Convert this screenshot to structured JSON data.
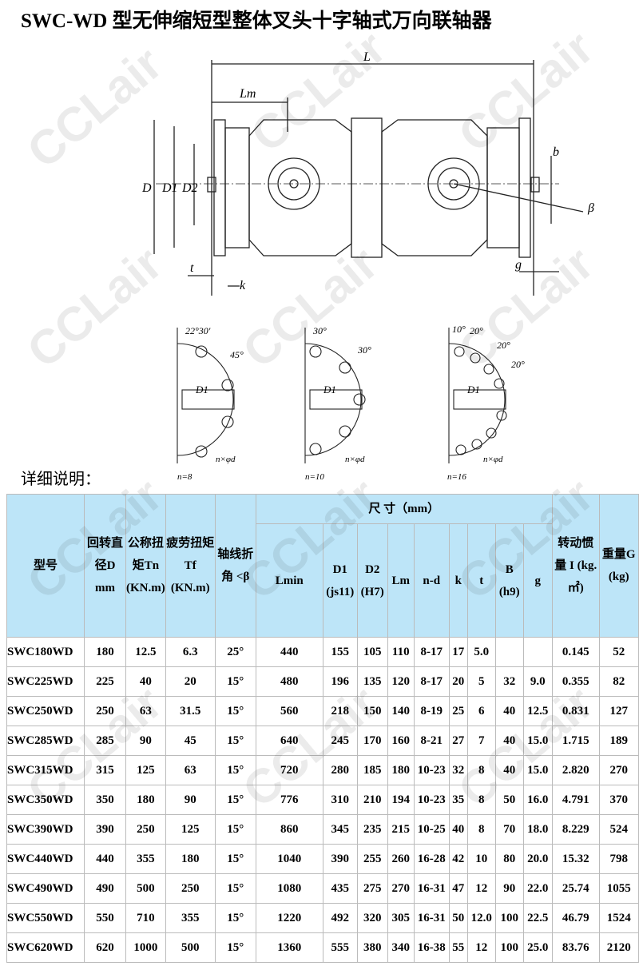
{
  "title": "SWC-WD 型无伸缩短型整体叉头十字轴式万向联轴器",
  "subtitle": "详细说明：",
  "drawing": {
    "labels": {
      "L": "L",
      "Lm": "Lm",
      "D": "D",
      "D1": "D1",
      "D2": "D2",
      "b": "b",
      "beta": "β",
      "t": "t",
      "k": "k",
      "g": "g"
    },
    "flanges": [
      {
        "angles": [
          "22°30'",
          "45°"
        ],
        "n": "n=8",
        "hole": "n×φd",
        "d1": "D1"
      },
      {
        "angles": [
          "30°",
          "30°"
        ],
        "n": "n=10",
        "hole": "n×φd",
        "d1": "D1"
      },
      {
        "angles": [
          "10°",
          "20°",
          "20°",
          "20°"
        ],
        "n": "n=16",
        "hole": "n×φd",
        "d1": "D1"
      }
    ]
  },
  "watermark": "CCLair",
  "table": {
    "headers": {
      "model": "型号",
      "d": "回转直径D mm",
      "tn": "公称扭矩Tn (KN.m)",
      "tf": "疲劳扭矩Tf (KN.m)",
      "beta": "轴线折角 <β",
      "dims": "尺 寸（mm）",
      "lmin": "Lmin",
      "d1": "D1 (js11)",
      "d2": "D2 (H7)",
      "lm": "Lm",
      "nd": "n-d",
      "k": "k",
      "t": "t",
      "b": "B (h9)",
      "g": "g",
      "inertia": "转动惯量 I (kg.㎡)",
      "weight": "重量G (kg)"
    },
    "rows": [
      [
        "SWC180WD",
        "180",
        "12.5",
        "6.3",
        "25°",
        "440",
        "155",
        "105",
        "110",
        "8-17",
        "17",
        "5.0",
        "",
        "",
        "0.145",
        "52"
      ],
      [
        "SWC225WD",
        "225",
        "40",
        "20",
        "15°",
        "480",
        "196",
        "135",
        "120",
        "8-17",
        "20",
        "5",
        "32",
        "9.0",
        "0.355",
        "82"
      ],
      [
        "SWC250WD",
        "250",
        "63",
        "31.5",
        "15°",
        "560",
        "218",
        "150",
        "140",
        "8-19",
        "25",
        "6",
        "40",
        "12.5",
        "0.831",
        "127"
      ],
      [
        "SWC285WD",
        "285",
        "90",
        "45",
        "15°",
        "640",
        "245",
        "170",
        "160",
        "8-21",
        "27",
        "7",
        "40",
        "15.0",
        "1.715",
        "189"
      ],
      [
        "SWC315WD",
        "315",
        "125",
        "63",
        "15°",
        "720",
        "280",
        "185",
        "180",
        "10-23",
        "32",
        "8",
        "40",
        "15.0",
        "2.820",
        "270"
      ],
      [
        "SWC350WD",
        "350",
        "180",
        "90",
        "15°",
        "776",
        "310",
        "210",
        "194",
        "10-23",
        "35",
        "8",
        "50",
        "16.0",
        "4.791",
        "370"
      ],
      [
        "SWC390WD",
        "390",
        "250",
        "125",
        "15°",
        "860",
        "345",
        "235",
        "215",
        "10-25",
        "40",
        "8",
        "70",
        "18.0",
        "8.229",
        "524"
      ],
      [
        "SWC440WD",
        "440",
        "355",
        "180",
        "15°",
        "1040",
        "390",
        "255",
        "260",
        "16-28",
        "42",
        "10",
        "80",
        "20.0",
        "15.32",
        "798"
      ],
      [
        "SWC490WD",
        "490",
        "500",
        "250",
        "15°",
        "1080",
        "435",
        "275",
        "270",
        "16-31",
        "47",
        "12",
        "90",
        "22.0",
        "25.74",
        "1055"
      ],
      [
        "SWC550WD",
        "550",
        "710",
        "355",
        "15°",
        "1220",
        "492",
        "320",
        "305",
        "16-31",
        "50",
        "12.0",
        "100",
        "22.5",
        "46.79",
        "1524"
      ],
      [
        "SWC620WD",
        "620",
        "1000",
        "500",
        "15°",
        "1360",
        "555",
        "380",
        "340",
        "16-38",
        "55",
        "12",
        "100",
        "25.0",
        "83.76",
        "2120"
      ]
    ]
  }
}
